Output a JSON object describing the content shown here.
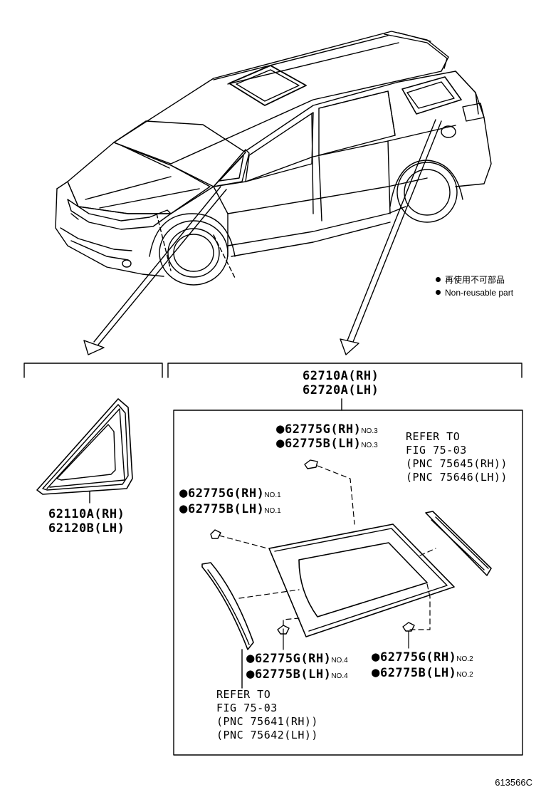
{
  "legend": {
    "japanese": "再使用不可部品",
    "english": "Non-reusable part"
  },
  "left_part": {
    "line1": "62110A(RH)",
    "line2": "62120B(LH)"
  },
  "right_assembly": {
    "line1": "62710A(RH)",
    "line2": "62720A(LH)"
  },
  "clips": {
    "no3": {
      "rh": "62775G(RH)",
      "lh": "62775B(LH)",
      "tag": "NO.3"
    },
    "no1": {
      "rh": "62775G(RH)",
      "lh": "62775B(LH)",
      "tag": "NO.1"
    },
    "no4": {
      "rh": "62775G(RH)",
      "lh": "62775B(LH)",
      "tag": "NO.4"
    },
    "no2": {
      "rh": "62775G(RH)",
      "lh": "62775B(LH)",
      "tag": "NO.2"
    }
  },
  "refer_upper": {
    "line1": "REFER TO",
    "line2": "FIG 75-03",
    "line3": "(PNC 75645(RH))",
    "line4": "(PNC 75646(LH))"
  },
  "refer_lower": {
    "line1": "REFER TO",
    "line2": "FIG 75-03",
    "line3": "(PNC 75641(RH))",
    "line4": "(PNC 75642(LH))"
  },
  "illustration_code": "613566C"
}
